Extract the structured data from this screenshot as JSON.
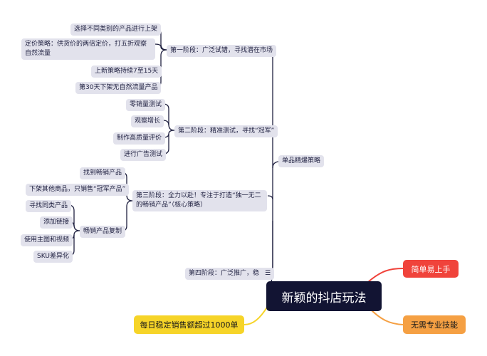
{
  "root": {
    "label": "新颖的抖店玩法"
  },
  "branches": {
    "simple": "简单易上手",
    "no_skill": "无需专业技能",
    "sales": "每日稳定销售额超过1000单",
    "strategy": "单品精爆策略"
  },
  "stage1": {
    "label": "第一阶段：广泛试错，寻找潜在市场",
    "items": [
      "选择不同类别的产品进行上架",
      "定价策略：供货价的两倍定价，打五折观察自然流量",
      "上新策略持续7至15天",
      "第30天下架无自然流量产品"
    ]
  },
  "stage2": {
    "label": "第二阶段：精准测试，寻找“冠军”",
    "items": [
      "零销量测试",
      "观察增长",
      "制作高质量评价",
      "进行广告测试"
    ]
  },
  "stage3": {
    "label": "第三阶段：全力以赴！专注于打造“独一无二的畅销产品”（核心策略）",
    "items": [
      "找到畅销产品",
      "下架其他商品，只销售“冠军产品”"
    ],
    "copy": {
      "label": "畅销产品复制",
      "items": [
        "寻找同类产品",
        "添加链接",
        "使用主图和视频",
        "SKU差异化"
      ]
    }
  },
  "stage4": {
    "label": "第四阶段：广泛推广，稳"
  },
  "colors": {
    "line": "#1f2040",
    "red": "#f0433b",
    "orange": "#f5a043",
    "yellow": "#f6d428",
    "root": "#121433",
    "node": "#e2e2ec"
  }
}
